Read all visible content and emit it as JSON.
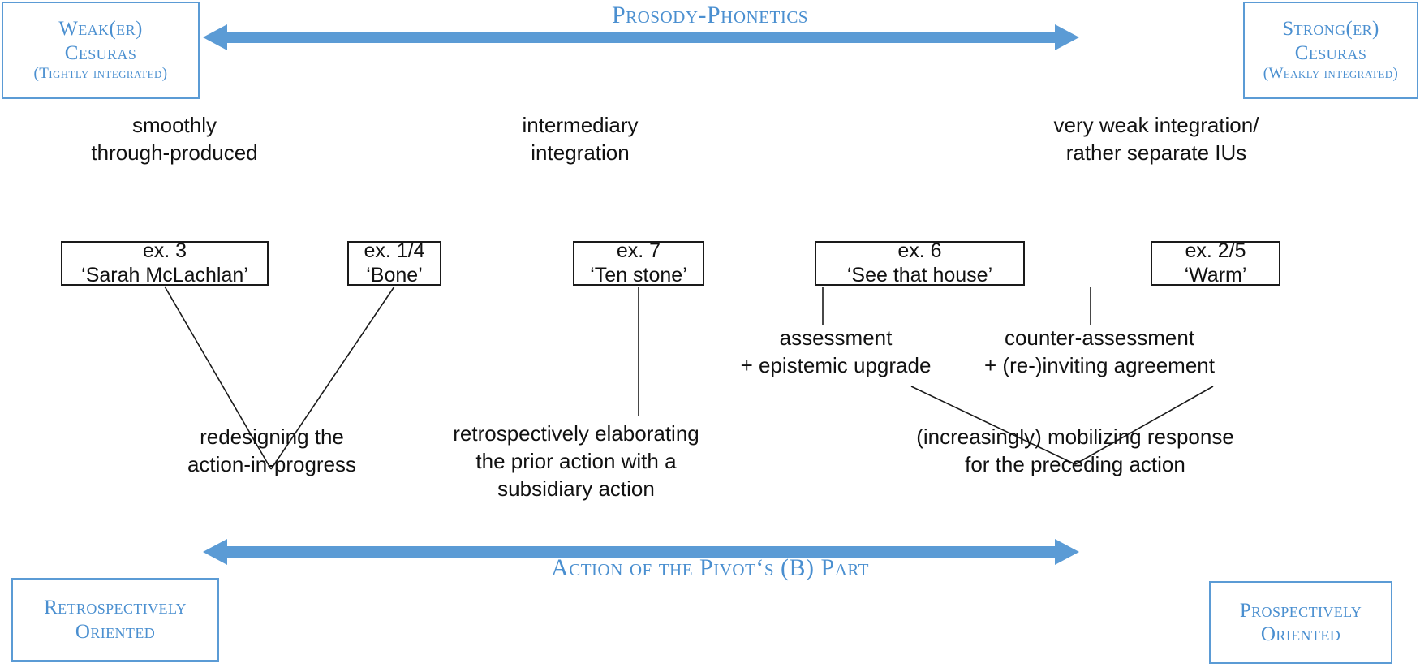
{
  "axes": {
    "top": {
      "label": "Prosody-Phonetics",
      "left_box": {
        "line1": "Weak(er)",
        "line2": "Cesuras",
        "line3": "(Tightly integrated)"
      },
      "right_box": {
        "line1": "Strong(er)",
        "line2": "Cesuras",
        "line3": "(Weakly integrated)"
      },
      "arrow": "double-headed-horizontal-arrow"
    },
    "bottom": {
      "label": "Action of the Pivot‘s (B) Part",
      "left_box": {
        "line1": "Retrospectively",
        "line2": "Oriented"
      },
      "right_box": {
        "line1": "Prospectively",
        "line2": "Oriented"
      },
      "arrow": "double-headed-horizontal-arrow"
    }
  },
  "integration_notes": [
    {
      "id": "smoothly",
      "line1": "smoothly",
      "line2": "through-produced"
    },
    {
      "id": "intermediary",
      "line1": "intermediary",
      "line2": "integration"
    },
    {
      "id": "very-weak",
      "line1": "very weak integration/",
      "line2": "rather separate IUs"
    }
  ],
  "examples": [
    {
      "id": "ex-3",
      "line1": "ex. 3",
      "line2": "‘Sarah McLachlan’"
    },
    {
      "id": "ex-14",
      "line1": "ex. 1/4",
      "line2": "‘Bone’"
    },
    {
      "id": "ex-7",
      "line1": "ex. 7",
      "line2": "‘Ten stone’"
    },
    {
      "id": "ex-6",
      "line1": "ex. 6",
      "line2": "‘See that house’"
    },
    {
      "id": "ex-25",
      "line1": "ex. 2/5",
      "line2": "‘Warm’"
    }
  ],
  "action_notes": [
    {
      "id": "assessment",
      "line1": "assessment",
      "line2": "+ epistemic upgrade"
    },
    {
      "id": "counter",
      "line1": "counter-assessment",
      "line2": "+ (re-)inviting agreement"
    }
  ],
  "outcomes": [
    {
      "id": "redesigning",
      "line1": "redesigning the",
      "line2": "action-in-progress",
      "line3": ""
    },
    {
      "id": "retro-elab",
      "line1": "retrospectively elaborating",
      "line2": "the prior action with a",
      "line3": "subsidiary action"
    },
    {
      "id": "mobilizing",
      "line1": "(increasingly) mobilizing response",
      "line2": "for the preceding action",
      "line3": ""
    }
  ],
  "colors": {
    "accent_blue": "#5b9bd5",
    "text_blue": "#4a8fd0",
    "line_black": "#1a1a1a",
    "background": "#ffffff"
  }
}
